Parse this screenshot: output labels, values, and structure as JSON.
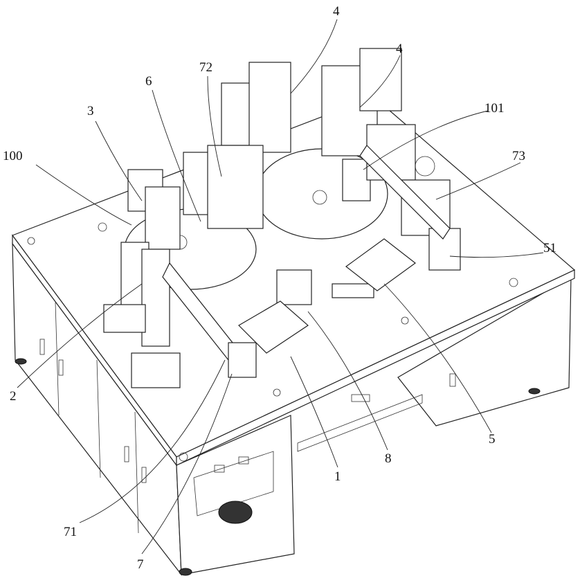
{
  "figure": {
    "labels": {
      "l4a": "4",
      "l4b": "4",
      "l72": "72",
      "l6": "6",
      "l3": "3",
      "l101": "101",
      "l100": "100",
      "l73": "73",
      "l51": "51",
      "l2": "2",
      "l5": "5",
      "l8": "8",
      "l1": "1",
      "l71": "71",
      "l7": "7"
    }
  }
}
